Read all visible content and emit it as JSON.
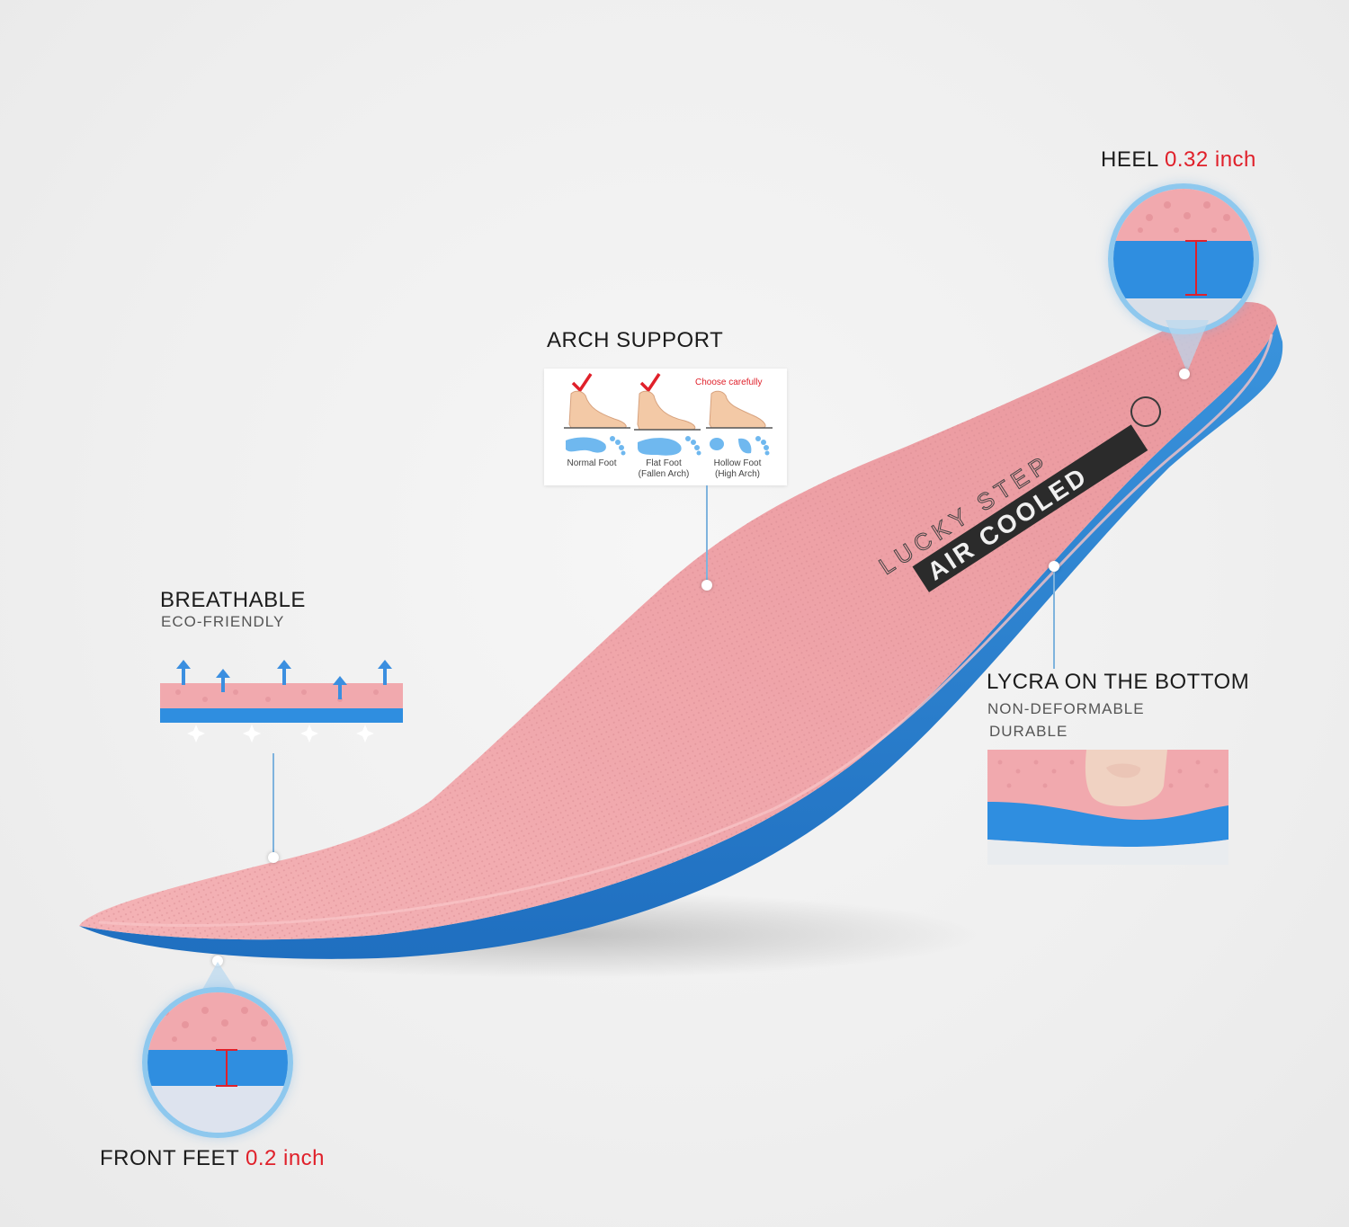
{
  "heel": {
    "title": "HEEL",
    "value": "0.32 inch"
  },
  "arch": {
    "title": "ARCH SUPPORT",
    "choose_note": "Choose carefully",
    "feet": [
      {
        "caption": "Normal Foot",
        "caption2": "",
        "checked": true
      },
      {
        "caption": "Flat Foot",
        "caption2": "(Fallen Arch)",
        "checked": true
      },
      {
        "caption": "Hollow Foot",
        "caption2": "(High Arch)",
        "checked": false
      }
    ]
  },
  "breathable": {
    "title": "BREATHABLE",
    "subtitle": "ECO-FRIENDLY"
  },
  "lycra": {
    "title": "LYCRA ON THE BOTTOM",
    "line1": "NON-DEFORMABLE",
    "line2": "DURABLE"
  },
  "front": {
    "title": "FRONT FEET",
    "value": "0.2 inch"
  },
  "insole": {
    "brand_text": "LUCKY STEP",
    "model_text": "AIR COOLED"
  },
  "colors": {
    "pink": "#f2a9ae",
    "blue": "#2c82d0",
    "accent_red": "#e0202a",
    "leader": "#7fb3dd"
  }
}
